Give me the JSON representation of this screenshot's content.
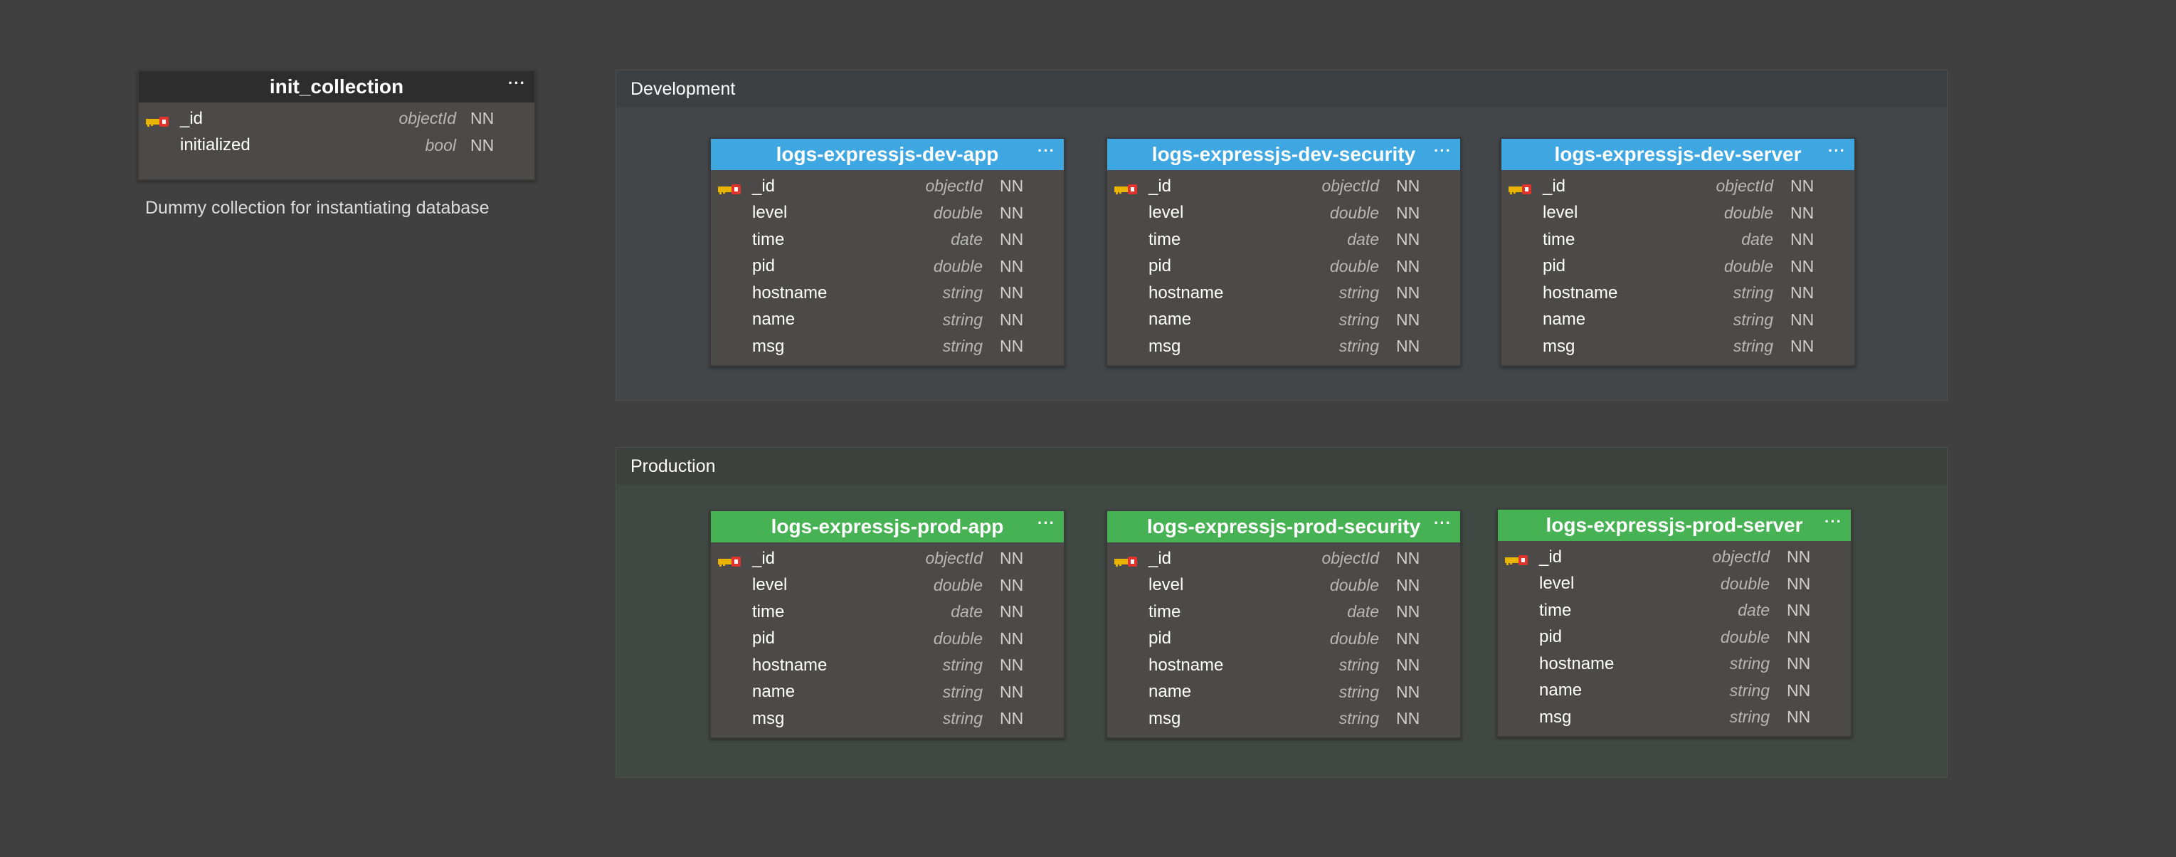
{
  "init_collection": {
    "title": "init_collection",
    "more": "···",
    "fields": [
      {
        "name": "_id",
        "type": "objectId",
        "nn": "NN",
        "key": true
      },
      {
        "name": "initialized",
        "type": "bool",
        "nn": "NN",
        "key": false
      }
    ],
    "note": "Dummy collection for instantiating database"
  },
  "groups": {
    "development": {
      "label": "Development",
      "color": "#3ea6e0"
    },
    "production": {
      "label": "Production",
      "color": "#47b254"
    }
  },
  "collections": {
    "dev_app": {
      "title": "logs-expressjs-dev-app",
      "more": "···"
    },
    "dev_security": {
      "title": "logs-expressjs-dev-security",
      "more": "···"
    },
    "dev_server": {
      "title": "logs-expressjs-dev-server",
      "more": "···"
    },
    "prod_app": {
      "title": "logs-expressjs-prod-app",
      "more": "···"
    },
    "prod_security": {
      "title": "logs-expressjs-prod-security",
      "more": "···"
    },
    "prod_server": {
      "title": "logs-expressjs-prod-server",
      "more": "···"
    }
  },
  "log_fields": [
    {
      "name": "_id",
      "type": "objectId",
      "nn": "NN",
      "key": true
    },
    {
      "name": "level",
      "type": "double",
      "nn": "NN",
      "key": false
    },
    {
      "name": "time",
      "type": "date",
      "nn": "NN",
      "key": false
    },
    {
      "name": "pid",
      "type": "double",
      "nn": "NN",
      "key": false
    },
    {
      "name": "hostname",
      "type": "string",
      "nn": "NN",
      "key": false
    },
    {
      "name": "name",
      "type": "string",
      "nn": "NN",
      "key": false
    },
    {
      "name": "msg",
      "type": "string",
      "nn": "NN",
      "key": false
    }
  ],
  "icons": {
    "primary_key": "primary-key-icon",
    "more": "more-options-icon"
  }
}
